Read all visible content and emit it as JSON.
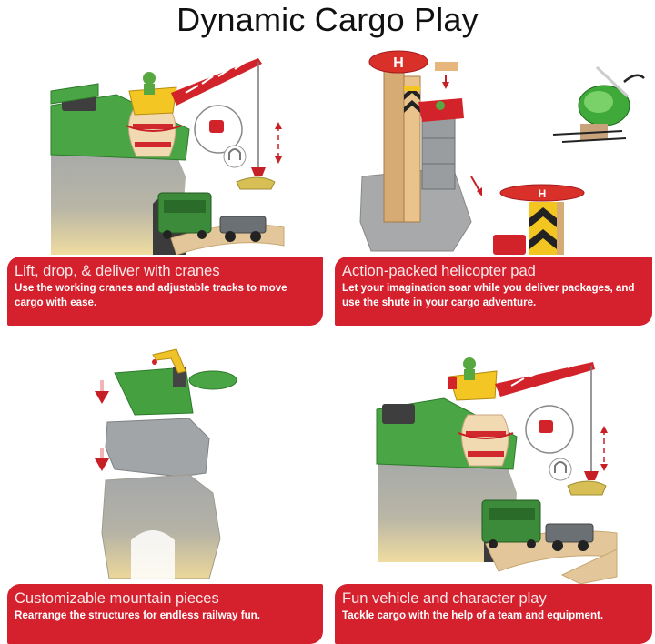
{
  "page": {
    "title": "Dynamic Cargo Play"
  },
  "panels": [
    {
      "id": "cranes",
      "image_alt": "Crane on green platform atop grey mountain with tunnel, green train and cargo wagon",
      "heading": "Lift, drop, & deliver with cranes",
      "description": "Use the working cranes and adjustable tracks to move cargo with ease."
    },
    {
      "id": "helicopter",
      "image_alt": "Helicopter pad tower with chute, green helicopter and small helipad",
      "heading": "Action-packed helicopter pad",
      "description": "Let your imagination soar while you deliver packages, and use the shute in your cargo adventure."
    },
    {
      "id": "mountain",
      "image_alt": "Exploded view of stackable grey mountain pieces with green crane platform and red down arrows",
      "heading": "Customizable mountain pieces",
      "description": "Rearrange the structures for endless railway fun."
    },
    {
      "id": "vehicles",
      "image_alt": "Crane with operator figure, train exiting tunnel and cargo wagon on wooden track",
      "heading": "Fun vehicle and character play",
      "description": "Tackle cargo with the help of a team and equipment."
    }
  ],
  "colors": {
    "banner_red": "#d5202e",
    "crane_red": "#d2232a",
    "platform_green": "#3f9b3a",
    "rock_grey": "#9ea2a4",
    "sand": "#e8d49a",
    "crane_yellow": "#f2c521"
  }
}
